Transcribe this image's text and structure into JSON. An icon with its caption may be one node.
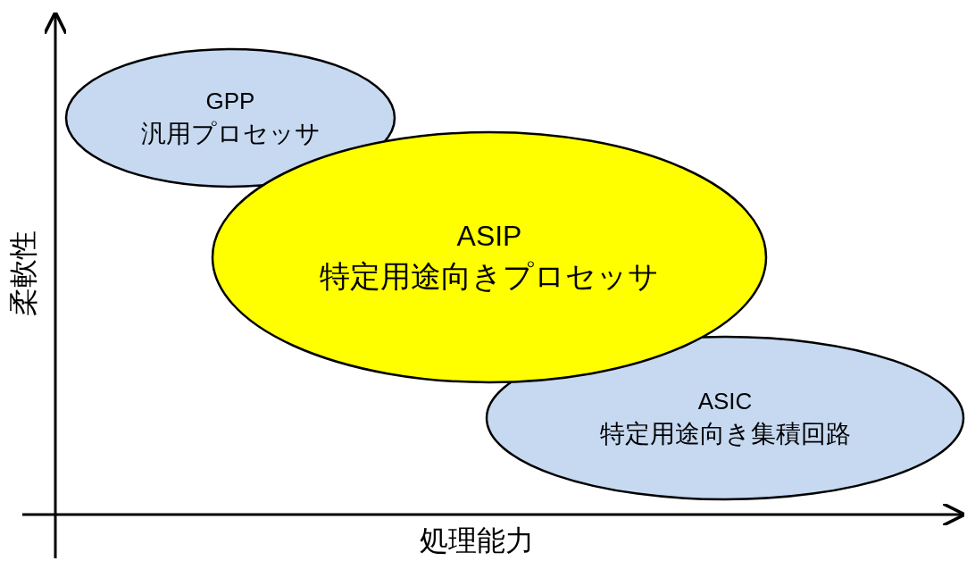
{
  "diagram": {
    "nodes": [
      {
        "text": [
          "GPP",
          "汎用プロセッサ"
        ]
      },
      {
        "text": [
          "ASIP",
          "特定用途向きプロセッサ"
        ]
      },
      {
        "text": [
          "ASIC",
          "特定用途向き集積回路"
        ]
      }
    ],
    "labels": [
      "柔軟性",
      "処理能力"
    ]
  }
}
